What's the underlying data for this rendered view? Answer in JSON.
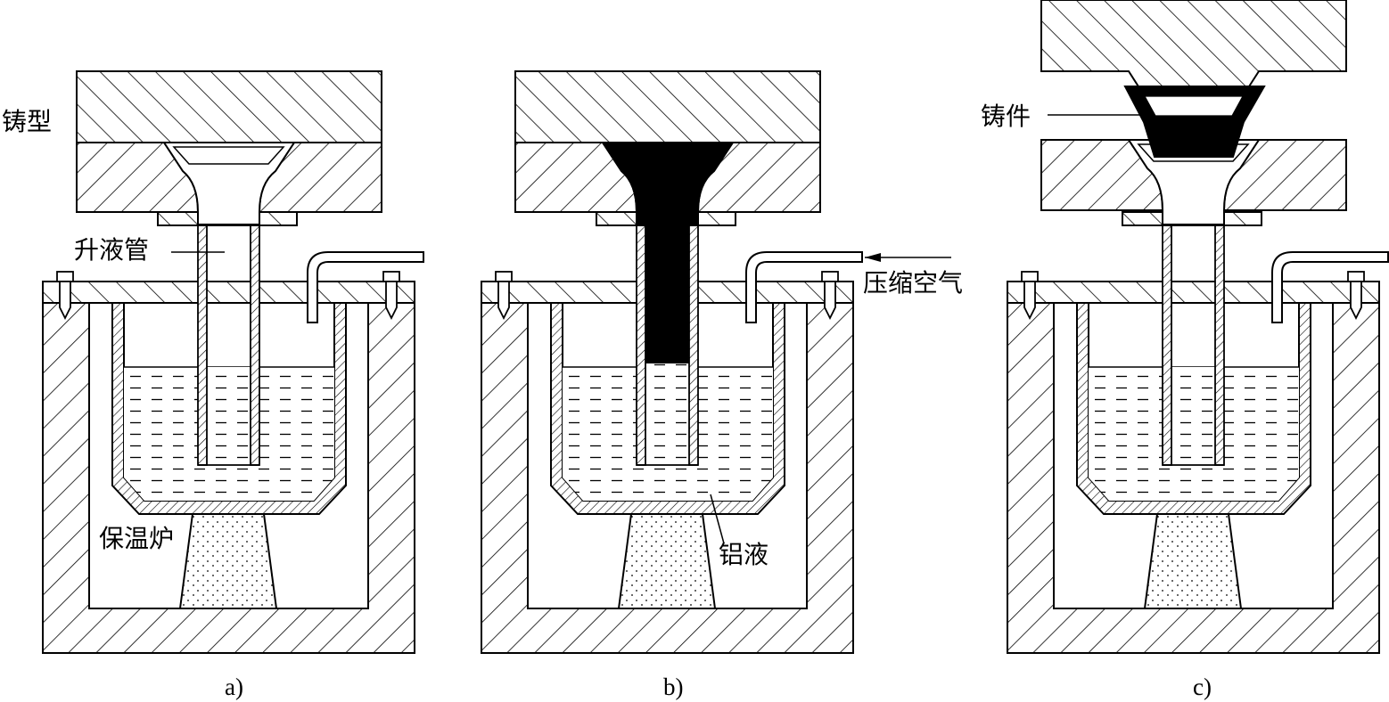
{
  "labels": {
    "mold": "铸型",
    "riser_tube": "升液管",
    "holding_furnace": "保温炉",
    "molten_aluminum": "铝液",
    "compressed_air": "压缩空气",
    "casting": "铸件"
  },
  "captions": [
    "a)",
    "b)",
    "c)"
  ]
}
